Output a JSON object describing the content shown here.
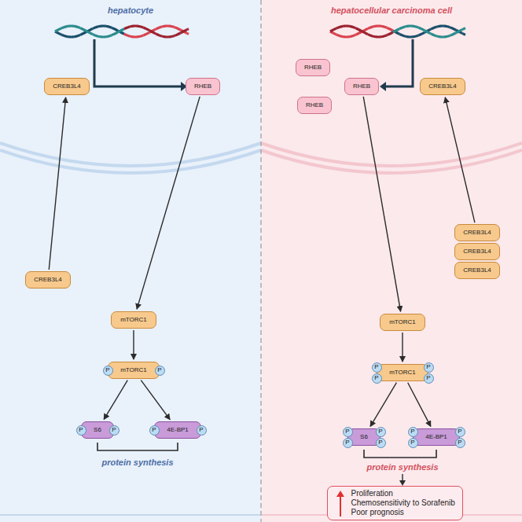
{
  "diagram": {
    "nodes": [
      {
        "text": [
          "hepatocyte"
        ]
      },
      {
        "text": [
          "CREB3L4"
        ],
        "in": 0
      },
      {
        "text": [
          "RHEB"
        ],
        "in": 0
      },
      {
        "text": [
          "CREB3L4"
        ],
        "in": 0
      },
      {
        "text": [
          "mTORC1"
        ],
        "in": 0
      },
      {
        "text": [
          "mTORC1"
        ],
        "in": 0
      },
      {
        "text": [
          "P"
        ],
        "in": 0
      },
      {
        "text": [
          "P"
        ],
        "in": 0
      },
      {
        "text": [
          "S6"
        ],
        "in": 0
      },
      {
        "text": [
          "P"
        ],
        "in": 0
      },
      {
        "text": [
          "P"
        ],
        "in": 0
      },
      {
        "text": [
          "4E-BP1"
        ],
        "in": 0
      },
      {
        "text": [
          "P"
        ],
        "in": 0
      },
      {
        "text": [
          "P"
        ],
        "in": 0
      },
      {
        "text": [
          "hepatocellular carcinoma cell"
        ]
      },
      {
        "text": [
          "RHEB"
        ],
        "in": 14
      },
      {
        "text": [
          "RHEB"
        ],
        "in": 14
      },
      {
        "text": [
          "RHEB"
        ],
        "in": 14
      },
      {
        "text": [
          "CREB3L4"
        ],
        "in": 14
      },
      {
        "text": [
          "CREB3L4"
        ],
        "in": 14
      },
      {
        "text": [
          "CREB3L4"
        ],
        "in": 14
      },
      {
        "text": [
          "CREB3L4"
        ],
        "in": 14
      },
      {
        "text": [
          "mTORC1"
        ],
        "in": 14
      },
      {
        "text": [
          "mTORC1"
        ],
        "in": 14
      },
      {
        "text": [
          "P"
        ],
        "in": 14
      },
      {
        "text": [
          "P"
        ],
        "in": 14
      },
      {
        "text": [
          "P"
        ],
        "in": 14
      },
      {
        "text": [
          "P"
        ],
        "in": 14
      },
      {
        "text": [
          "S6"
        ],
        "in": 14
      },
      {
        "text": [
          "P"
        ],
        "in": 14
      },
      {
        "text": [
          "P"
        ],
        "in": 14
      },
      {
        "text": [
          "P"
        ],
        "in": 14
      },
      {
        "text": [
          "P"
        ],
        "in": 14
      },
      {
        "text": [
          "4E-BP1"
        ],
        "in": 14
      },
      {
        "text": [
          "P"
        ],
        "in": 14
      },
      {
        "text": [
          "P"
        ],
        "in": 14
      },
      {
        "text": [
          "P"
        ],
        "in": 14
      },
      {
        "text": [
          "P"
        ],
        "in": 14
      },
      {
        "text": [
          "Proliferation",
          "Chemosensitivity to Sorafenib",
          "Poor prognosis"
        ],
        "in": 14
      }
    ],
    "edges": [
      {
        "from": 3,
        "to": 1,
        "arrow": "to"
      },
      {
        "from": 2,
        "to": 4,
        "arrow": "to"
      },
      {
        "from": 4,
        "to": 5,
        "arrow": "to"
      },
      {
        "from": 5,
        "to": 8,
        "arrow": "to"
      },
      {
        "from": 5,
        "to": 11,
        "arrow": "to"
      },
      {
        "from": 19,
        "to": 18,
        "arrow": "to"
      },
      {
        "from": 16,
        "to": 22,
        "arrow": "to"
      },
      {
        "from": 22,
        "to": 23,
        "arrow": "to"
      },
      {
        "from": 23,
        "to": 28,
        "arrow": "to"
      },
      {
        "from": 23,
        "to": 33,
        "arrow": "to"
      }
    ],
    "labels": [
      "protein synthesis",
      "protein synthesis"
    ]
  }
}
